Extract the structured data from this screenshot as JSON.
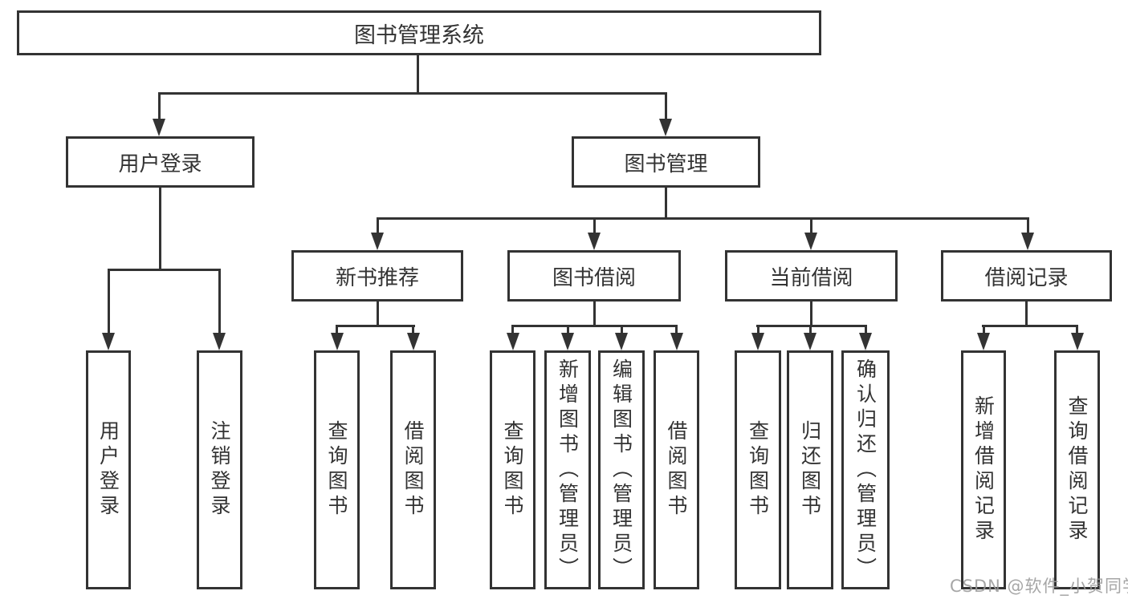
{
  "nodes": {
    "root": "图书管理系统",
    "user_login": "用户登录",
    "book_management": "图书管理",
    "new_book_recommend": "新书推荐",
    "book_borrow": "图书借阅",
    "current_borrow": "当前借阅",
    "borrow_records": "借阅记录",
    "leaf_user_login": "用户登录",
    "leaf_logout": "注销登录",
    "leaf_rec_query_books": "查询图书",
    "leaf_rec_borrow_books": "借阅图书",
    "leaf_bb_query_books": "查询图书",
    "leaf_bb_add_books": "新增图书（管理员）",
    "leaf_bb_edit_books": "编辑图书（管理员）",
    "leaf_bb_borrow_books": "借阅图书",
    "leaf_cb_query_books": "查询图书",
    "leaf_cb_return_books": "归还图书",
    "leaf_cb_confirm_return": "确认归还（管理员）",
    "leaf_br_add_record": "新增借阅记录",
    "leaf_br_query_record": "查询借阅记录"
  },
  "watermark": {
    "text": "CSDN @软件_小贺同学"
  },
  "colors": {
    "line": "#333333",
    "text": "#333333",
    "box_background": "#ffffff",
    "background": "#ffffff",
    "watermark": "#9a9a9a"
  }
}
